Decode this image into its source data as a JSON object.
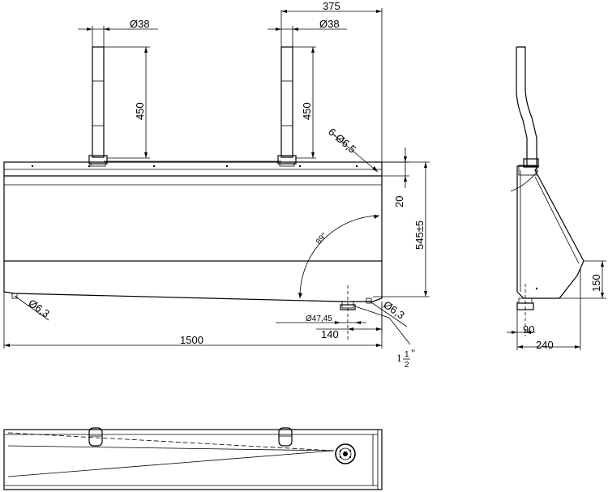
{
  "dimensions": {
    "top_width": "375",
    "pipe_dia_left": "Ø38",
    "pipe_dia_right": "Ø38",
    "pipe_height_left": "450",
    "pipe_height_right": "450",
    "holes": "6-Ø6,5",
    "rim_height": "20",
    "total_height": "545±5",
    "angle": "89°",
    "drain_dia": "Ø47,45",
    "mount_hole_left": "Ø6,3",
    "mount_hole_right": "Ø6,3",
    "drain_offset": "140",
    "overall_length": "1500",
    "thread_size_whole": "1",
    "thread_size_num": "1",
    "thread_size_den": "2",
    "thread_size_unit": "\"",
    "side_height": "150",
    "side_drain_offset": "90",
    "side_depth": "240"
  }
}
